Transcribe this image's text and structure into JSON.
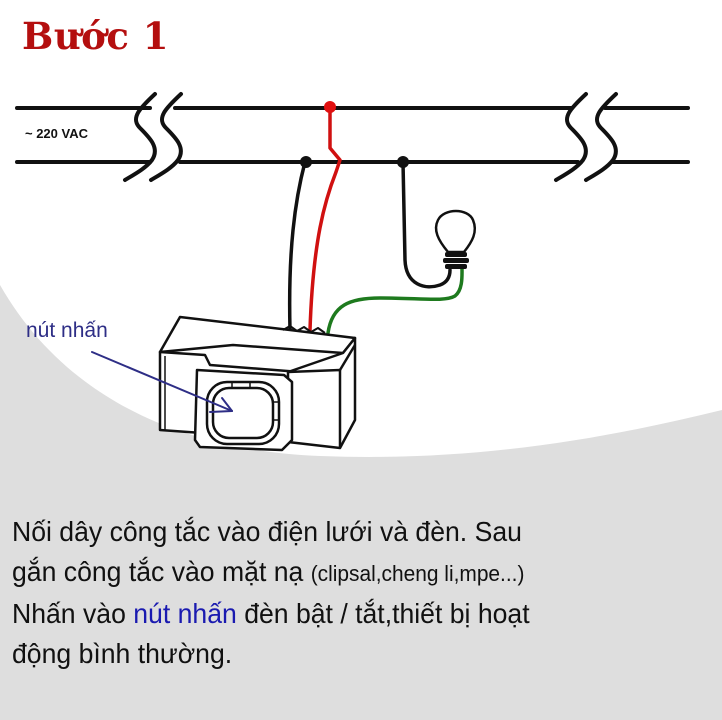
{
  "title": "Bước 1",
  "diagram": {
    "voltage_label": "~ 220 VAC",
    "callout_label": "nút nhấn",
    "components": [
      "power-line-top",
      "power-line-bottom",
      "wall-switch",
      "light-bulb"
    ],
    "wire_colors": {
      "line": "#000000",
      "phase": "#d01010",
      "load": "#1e7a1e",
      "callout_arrow": "#2e2e86"
    },
    "background_gray": "#dedede",
    "title_color": "#b40f0f"
  },
  "description": {
    "line1": "Nối dây công tắc vào điện lưới và đèn. Sau",
    "line2_main": "gắn công tắc vào mặt nạ ",
    "line2_small": "(clipsal,cheng li,mpe...)",
    "line3_before": "Nhấn vào ",
    "line3_highlight": "nút nhấn",
    "line3_after": " đèn bật / tắt,thiết bị hoạt",
    "line4": "động bình thường."
  }
}
